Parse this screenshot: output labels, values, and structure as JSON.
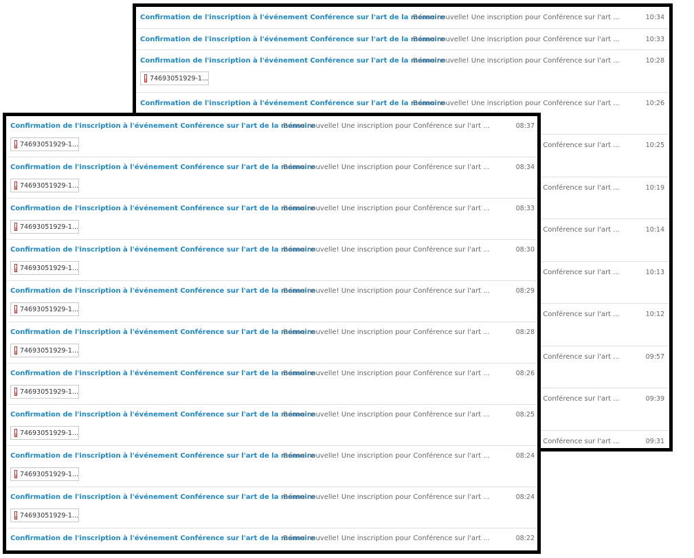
{
  "mail": {
    "subject": "Confirmation de l'inscription à l'événement Conférence sur l'art de la mémoire",
    "preview": "Bonne nouvelle! Une inscription pour Conférence sur l'art ...",
    "attachment_name": "74693051929-1..."
  },
  "back_list": {
    "rows": [
      {
        "time": "10:34",
        "has_attachment": false
      },
      {
        "time": "10:33",
        "has_attachment": false
      },
      {
        "time": "10:28",
        "has_attachment": true
      },
      {
        "time": "10:26",
        "has_attachment": true
      },
      {
        "time": "10:25",
        "has_attachment": true
      },
      {
        "time": "10:19",
        "has_attachment": true
      },
      {
        "time": "10:14",
        "has_attachment": true
      },
      {
        "time": "10:13",
        "has_attachment": true
      },
      {
        "time": "10:12",
        "has_attachment": true
      },
      {
        "time": "09:57",
        "has_attachment": true
      },
      {
        "time": "09:39",
        "has_attachment": true
      },
      {
        "time": "09:31",
        "has_attachment": false
      }
    ]
  },
  "front_list": {
    "rows": [
      {
        "time": "08:37",
        "has_attachment": true
      },
      {
        "time": "08:34",
        "has_attachment": true
      },
      {
        "time": "08:33",
        "has_attachment": true
      },
      {
        "time": "08:30",
        "has_attachment": true
      },
      {
        "time": "08:29",
        "has_attachment": true
      },
      {
        "time": "08:28",
        "has_attachment": true
      },
      {
        "time": "08:26",
        "has_attachment": true
      },
      {
        "time": "08:25",
        "has_attachment": true
      },
      {
        "time": "08:24",
        "has_attachment": true
      },
      {
        "time": "08:24",
        "has_attachment": true
      },
      {
        "time": "08:22",
        "has_attachment": false
      }
    ]
  },
  "colors": {
    "subject": "#1f87c8",
    "preview": "#666666",
    "frame": "#000000"
  },
  "icons": {
    "attachment": "pdf-file-icon"
  }
}
